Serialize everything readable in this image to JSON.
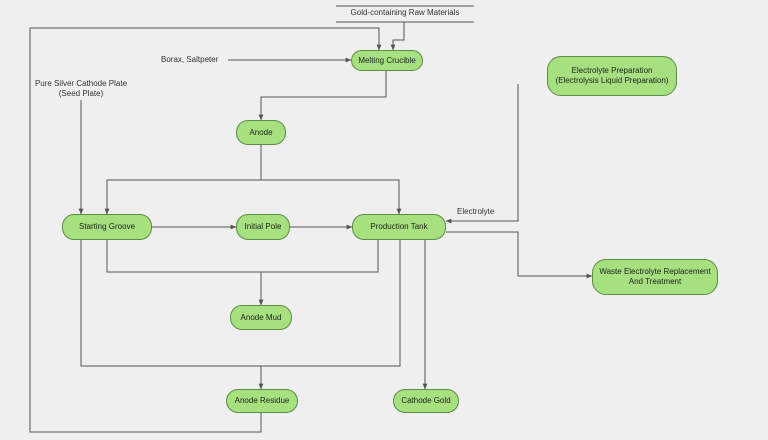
{
  "nodes": {
    "melting_crucible": "Melting Crucible",
    "anode": "Anode",
    "electrolyte_preparation": "Electrolyte Preparation\n(Electrolysis Liquid Preparation)",
    "starting_groove": "Starting Groove",
    "initial_pole": "Initial Pole",
    "production_tank": "Production Tank",
    "waste_electrolyte": "Waste Electrolyte Replacement\nAnd Treatment",
    "anode_mud": "Anode Mud",
    "anode_residue": "Anode Residue",
    "cathode_gold": "Cathode Gold"
  },
  "labels": {
    "raw_materials": "Gold-containing Raw Materials",
    "borax": "Borax, Saltpeter",
    "silver_plate": "Pure Silver Cathode Plate\n(Seed Plate)",
    "electrolyte": "Electrolyte"
  },
  "colors": {
    "node_fill": "#a6e07f",
    "node_border": "#5e8b46",
    "line": "#555555",
    "background": "#efefef"
  }
}
